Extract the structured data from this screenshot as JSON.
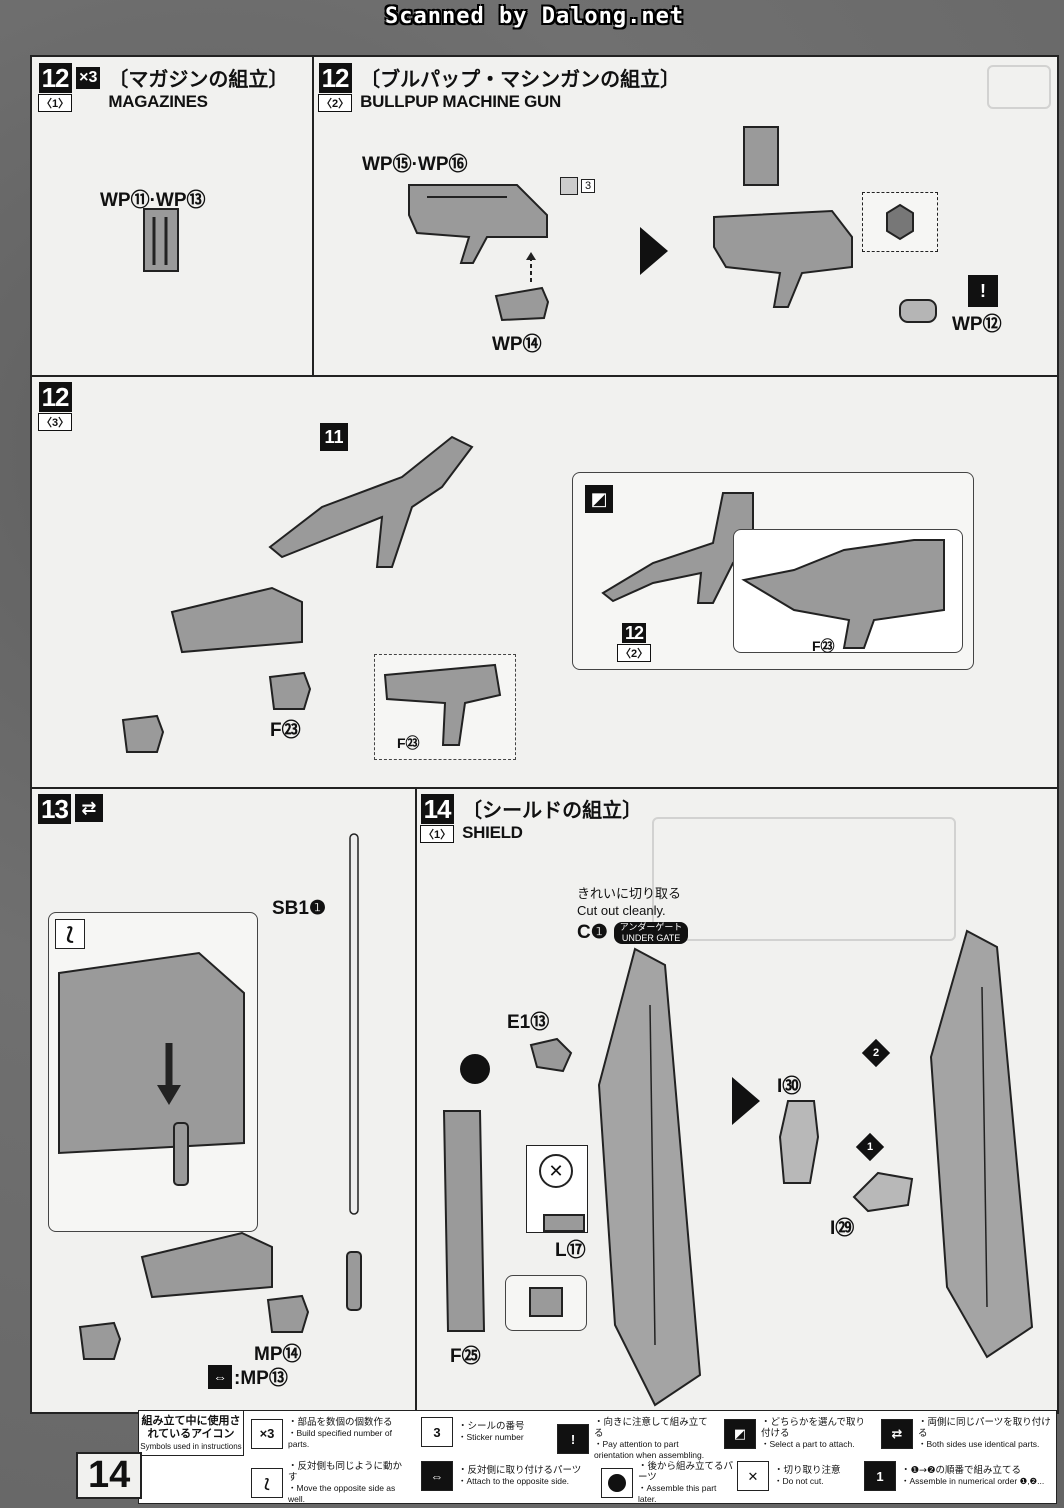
{
  "header": {
    "scan_credit": "Scanned by Dalong.net"
  },
  "steps": {
    "s12_1": {
      "num": "12",
      "sub": "〈1〉",
      "count": "×3",
      "title_jp": "〔マガジンの組立〕",
      "title_en": "MAGAZINES",
      "parts": "WP⑪·WP⑬"
    },
    "s12_2": {
      "num": "12",
      "sub": "〈2〉",
      "title_jp": "〔ブルパップ・マシンガンの組立〕",
      "title_en": "BULLPUP MACHINE GUN",
      "parts_top": "WP⑮·WP⑯",
      "parts_bottom": "WP⑭",
      "sticker": "3",
      "parts_muzzle": "WP⑫"
    },
    "s12_3": {
      "num": "12",
      "sub": "〈3〉",
      "ref": "11",
      "part_hand": "F㉓",
      "inset_part": "F㉓",
      "ref_step": "12",
      "ref_sub": "〈2〉",
      "inset2_part": "F㉓"
    },
    "s13": {
      "num": "13",
      "part_saber": "SB1❶",
      "part_hand": "MP⑭",
      "part_alt": ":MP⑬"
    },
    "s14_1": {
      "num": "14",
      "sub": "〈1〉",
      "title_jp": "〔シールドの組立〕",
      "title_en": "SHIELD",
      "cut_jp": "きれいに切り取る",
      "cut_en": "Cut out cleanly.",
      "part_c": "C❶",
      "under_gate_jp": "アンダーゲート",
      "under_gate_en": "UNDER GATE",
      "part_e": "E1⑬",
      "part_l": "L⑰",
      "part_f": "F㉕",
      "part_i30": "I㉚",
      "part_i29": "I㉙",
      "order1": "1",
      "order2": "2"
    }
  },
  "legend": {
    "title_jp": "組み立て中に使用されているアイコン",
    "title_en": "Symbols used in instructions",
    "items": [
      {
        "icon": "×3",
        "jp": "・部品を数個の個数作る",
        "en": "・Build specified number of parts."
      },
      {
        "icon": "3",
        "jp": "・シールの番号",
        "en": "・Sticker number"
      },
      {
        "icon": "!",
        "jp": "・向きに注意して組み立てる",
        "en": "・Pay attention to part orientation when assembling."
      },
      {
        "icon": "select",
        "jp": "・どちらかを選んで取り付ける",
        "en": "・Select a part to attach."
      },
      {
        "icon": "both",
        "jp": "・両側に同じパーツを取り付ける",
        "en": "・Both sides use identical parts."
      },
      {
        "icon": "mirror",
        "jp": "・反対側も同じように動かす",
        "en": "・Move the opposite side as well."
      },
      {
        "icon": "opposite",
        "jp": "・反対側に取り付けるパーツ",
        "en": "・Attach to the opposite side."
      },
      {
        "icon": "later",
        "jp": "・後から組み立てるパーツ",
        "en": "・Assemble this part later."
      },
      {
        "icon": "nocut",
        "jp": "・切り取り注意",
        "en": "・Do not cut."
      },
      {
        "icon": "1",
        "jp": "・❶→❷の順番で組み立てる",
        "en": "・Assemble in numerical order ❶,❷..."
      }
    ]
  },
  "page_number": "14"
}
